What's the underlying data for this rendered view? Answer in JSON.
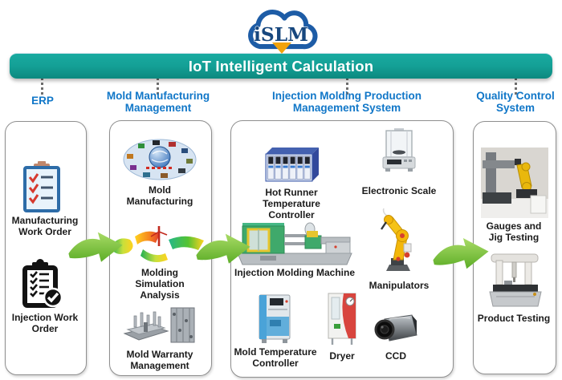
{
  "logo": {
    "text": "iSLM"
  },
  "banner": {
    "title": "IoT Intelligent Calculation"
  },
  "sections": {
    "erp": {
      "title": "ERP",
      "items": {
        "manufacturing_work_order": {
          "label": "Manufacturing Work Order",
          "icon": "clipboard-checklist-icon"
        },
        "injection_work_order": {
          "label": "Injection Work Order",
          "icon": "clipboard-check-badge-icon"
        }
      }
    },
    "mold": {
      "title": "Mold Manufacturing Management",
      "items": {
        "mold_manufacturing": {
          "label": "Mold Manufacturing",
          "icon": "mold-manufacturing-collage-image"
        },
        "molding_simulation_analysis": {
          "label": "Molding Simulation Analysis",
          "icon": "cae-simulation-image"
        },
        "mold_warranty_management": {
          "label": "Mold Warranty Management",
          "icon": "steel-mold-image"
        }
      }
    },
    "injection": {
      "title": "Injection Molding Production Management System",
      "items": {
        "hot_runner_temperature_controller": {
          "label": "Hot Runner Temperature Controller",
          "icon": "hot-runner-controller-image"
        },
        "electronic_scale": {
          "label": "Electronic Scale",
          "icon": "electronic-scale-image"
        },
        "injection_molding_machine": {
          "label": "Injection Molding Machine",
          "icon": "injection-molding-machine-image"
        },
        "manipulators": {
          "label": "Manipulators",
          "icon": "robot-arm-image"
        },
        "mold_temperature_controller": {
          "label": "Mold Temperature Controller",
          "icon": "mold-temperature-controller-image"
        },
        "dryer": {
          "label": "Dryer",
          "icon": "dryer-image"
        },
        "ccd": {
          "label": "CCD",
          "icon": "ccd-camera-image"
        }
      }
    },
    "qc": {
      "title": "Quality Control System",
      "items": {
        "gauges_and_jig_testing": {
          "label": "Gauges and Jig Testing",
          "icon": "robot-gauge-photo-image"
        },
        "product_testing": {
          "label": "Product Testing",
          "icon": "cmm-machine-image"
        }
      }
    }
  },
  "colors": {
    "banner_teal": "#13a096",
    "section_title_blue": "#1177c8",
    "arrow_green": "#7cc142",
    "cloud_blue": "#1d5ca6",
    "triangle_orange": "#f2a30b",
    "machine_green": "#3fa96b",
    "robot_yellow": "#f3b70a"
  }
}
